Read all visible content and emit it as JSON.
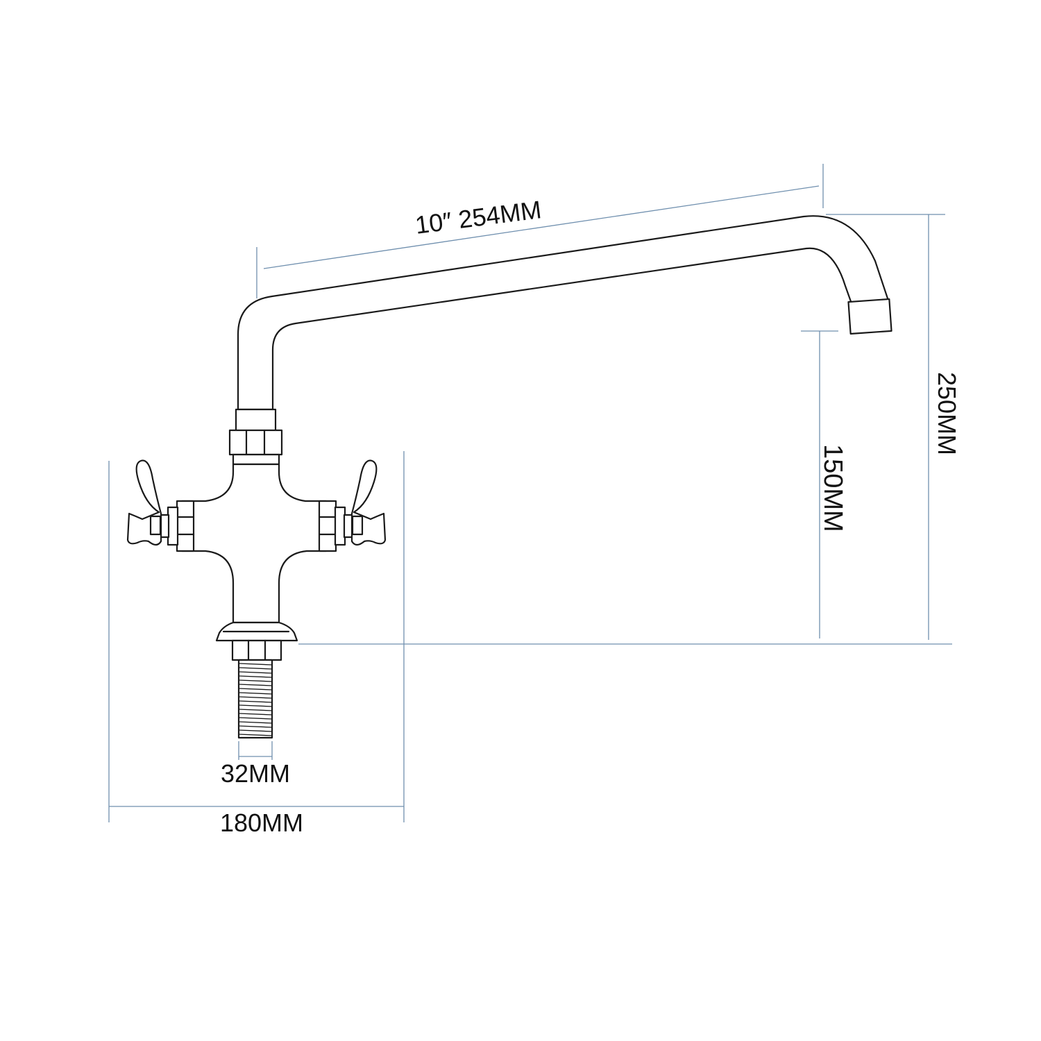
{
  "diagram": {
    "dimensions": {
      "spout_length": "10″  254MM",
      "total_height": "250MM",
      "spout_height": "150MM",
      "shank_diameter": "32MM",
      "handle_span": "180MM"
    },
    "colors": {
      "outline": "#1a1a1a",
      "dimension_line": "#6f8fae",
      "background": "#ffffff"
    }
  }
}
